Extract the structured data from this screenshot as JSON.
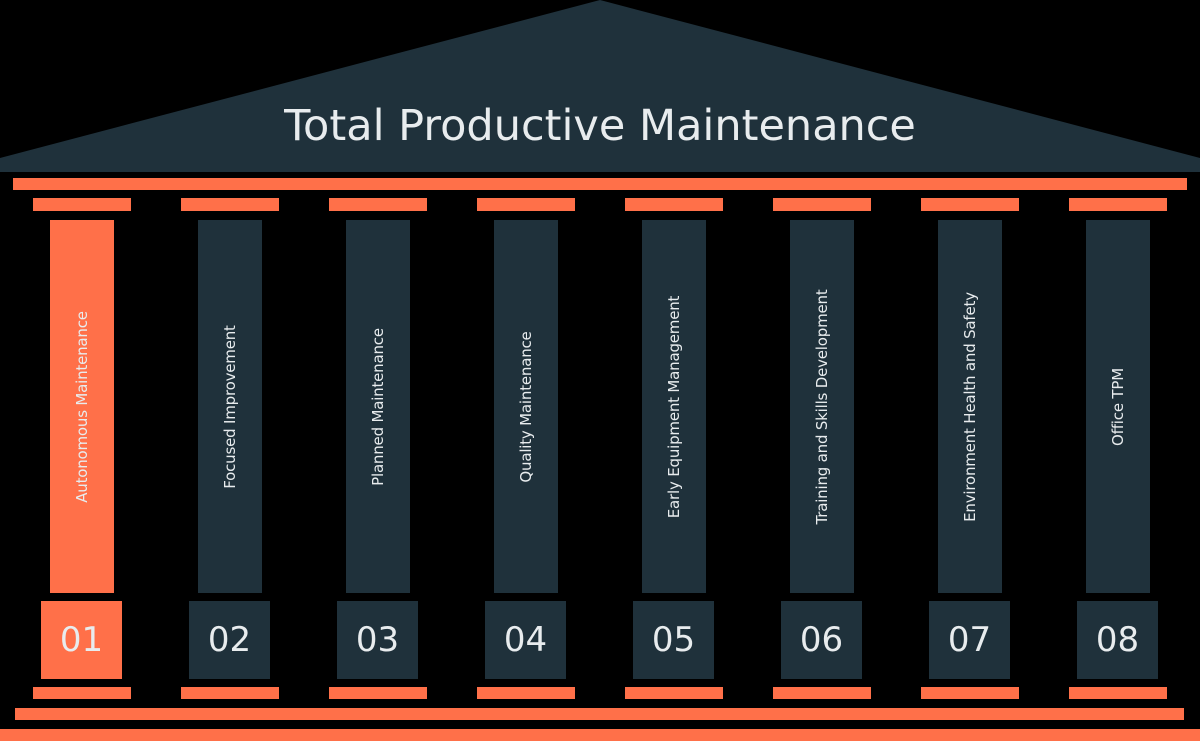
{
  "title": "Total Productive Maintenance",
  "colors": {
    "accent": "#ff7049",
    "dark": "#1f313b",
    "text": "#e8ecee",
    "background": "#000000"
  },
  "pillars": [
    {
      "number": "01",
      "label": "Autonomous Maintenance",
      "highlighted": true
    },
    {
      "number": "02",
      "label": "Focused Improvement",
      "highlighted": false
    },
    {
      "number": "03",
      "label": "Planned Maintenance",
      "highlighted": false
    },
    {
      "number": "04",
      "label": "Quality Maintenance",
      "highlighted": false
    },
    {
      "number": "05",
      "label": "Early Equipment Management",
      "highlighted": false
    },
    {
      "number": "06",
      "label": "Training and Skills Development",
      "highlighted": false
    },
    {
      "number": "07",
      "label": "Environment Health and Safety",
      "highlighted": false
    },
    {
      "number": "08",
      "label": "Office TPM",
      "highlighted": false
    }
  ]
}
